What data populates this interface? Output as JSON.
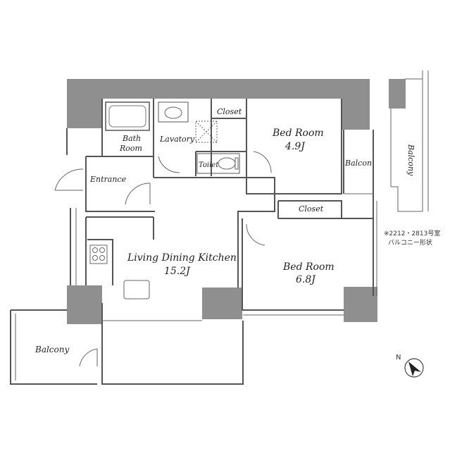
{
  "rooms": {
    "bath": "Bath\nRoom",
    "lavatory": "Lavatory",
    "closet_top": "Closet",
    "bedroom1": {
      "name": "Bed Room",
      "size": "4.9J"
    },
    "toilet": "Toilet",
    "balcony_small": "Balcon",
    "entrance": "Entrance",
    "closet_mid": "Closet",
    "ldk": {
      "name": "Living Dining Kitchen",
      "size": "15.2J"
    },
    "bedroom2": {
      "name": "Bed Room",
      "size": "6.8J"
    },
    "balcony_bottom": "Balcony",
    "balcony_right": "Balcony"
  },
  "note": [
    "※2212・2813号室",
    "バルコニー形状"
  ],
  "compass_label": "N",
  "colors": {
    "wall": "#8f8f8f",
    "line": "#555555",
    "paper": "#ffffff"
  }
}
